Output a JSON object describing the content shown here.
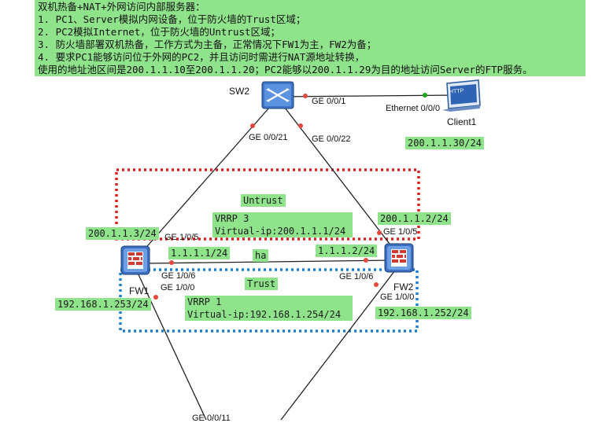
{
  "notes": {
    "lines": [
      "双机热备+NAT+外网访问内部服务器：",
      "1. PC1、Server模拟内网设备，位于防火墙的Trust区域；",
      "2. PC2模拟Internet，位于防火墙的Untrust区域；",
      "3. 防火墙部署双机热备，工作方式为主备，正常情况下FW1为主，FW2为备；",
      "4. 要求PC1能够访问位于外网的PC2，并且访问时需进行NAT源地址转换，",
      "使用的地址池区间是200.1.1.10至200.1.1.20；PC2能够以200.1.1.29为目的地址访问Server的FTP服务。"
    ]
  },
  "devices": {
    "sw2": "SW2",
    "fw1": "FW1",
    "fw2": "FW2",
    "client1": "Client1",
    "client1_screen_text": "HTTP"
  },
  "ports": {
    "sw2_g001": "GE 0/0/1",
    "client1_eth": "Ethernet 0/0/0",
    "sw2_g0021": "GE 0/0/21",
    "sw2_g0022": "GE 0/0/22",
    "fw1_g105": "GE 1/0/5",
    "fw2_g105": "GE 1/0/5",
    "fw1_g106": "GE 1/0/6",
    "fw2_g106": "GE 1/0/6",
    "fw1_g100": "GE 1/0/0",
    "fw2_g100": "GE 1/0/0",
    "bottom_port": "GE 0/0/11"
  },
  "labels": {
    "client1_ip": "200.1.1.30/24",
    "untrust": "Untrust",
    "vrrp3_line1": "VRRP 3",
    "vrrp3_line2": "Virtual-ip:200.1.1.1/24",
    "fw2_untrust_ip": "200.1.1.2/24",
    "fw1_untrust_ip": "200.1.1.3/24",
    "fw1_ha_ip": "1.1.1.1/24",
    "fw2_ha_ip": "1.1.1.2/24",
    "ha": "ha",
    "trust": "Trust",
    "fw1_trust_ip": "192.168.1.253/24",
    "vrrp1_line1": "VRRP 1",
    "vrrp1_line2": "Virtual-ip:192.168.1.254/24",
    "fw2_trust_ip": "192.168.1.252/24"
  },
  "colors": {
    "label_bg": "#8fe38a",
    "untrust_zone": "#e02020",
    "trust_zone": "#1a7fd6",
    "link_dot": "#e8473c",
    "link_dot_green": "#1aa51a"
  }
}
